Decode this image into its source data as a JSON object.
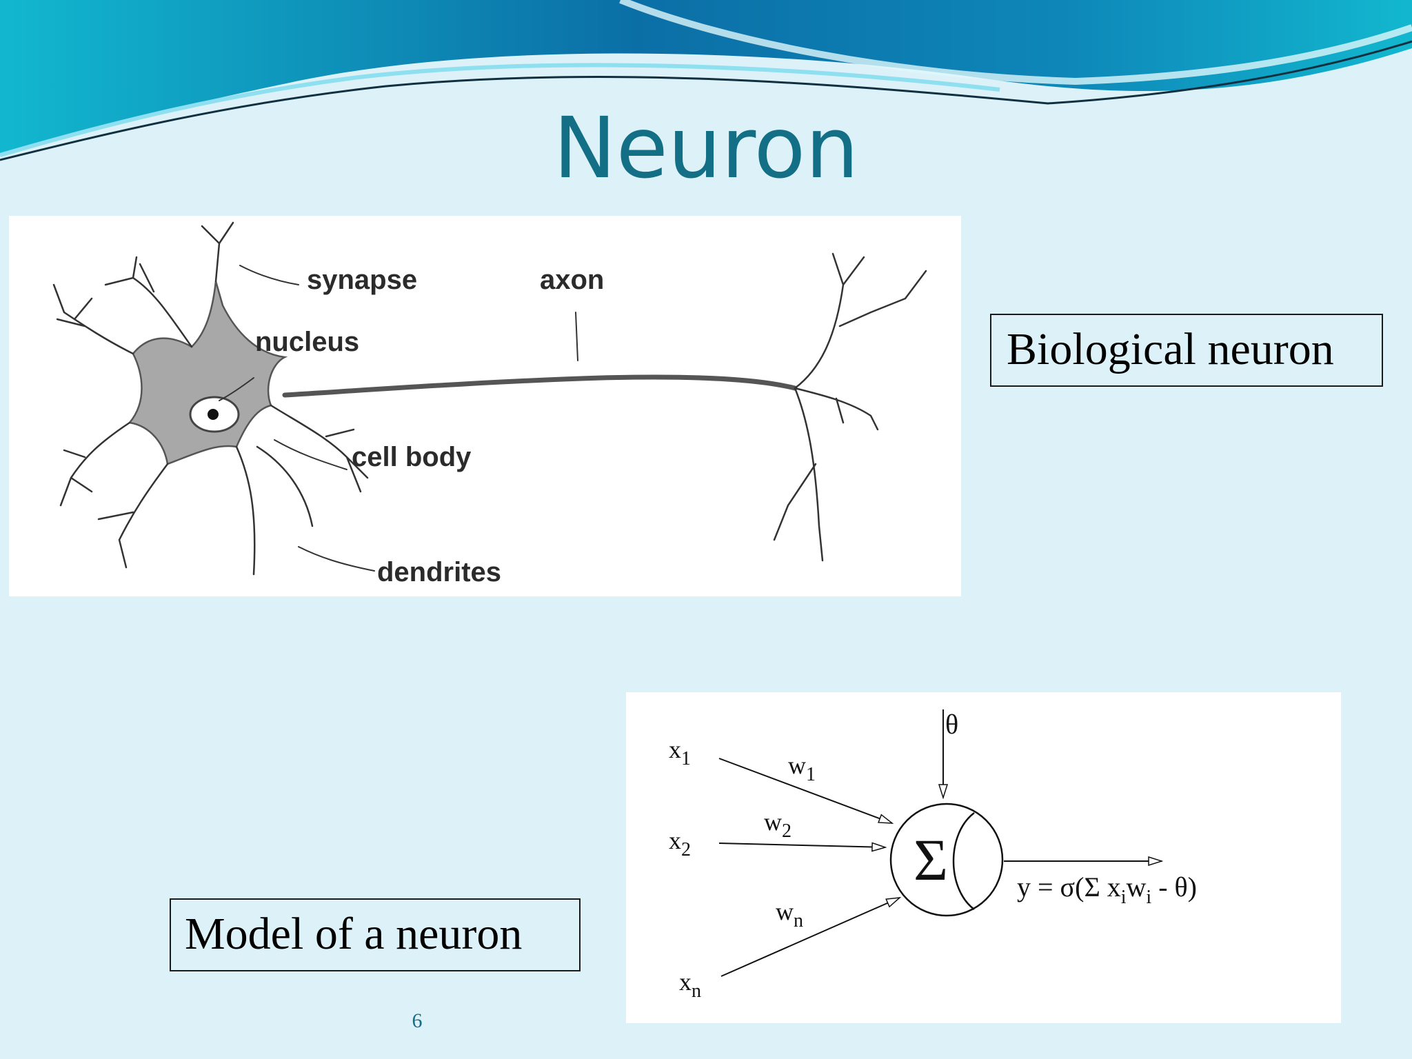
{
  "slide": {
    "title": "Neuron",
    "page_number": "6"
  },
  "biological": {
    "caption": "Biological neuron",
    "labels": {
      "synapse": "synapse",
      "axon": "axon",
      "nucleus": "nucleus",
      "cell_body": "cell body",
      "dendrites": "dendrites"
    }
  },
  "model": {
    "caption": "Model of a neuron",
    "inputs": [
      {
        "x": "x",
        "x_sub": "1",
        "w": "w",
        "w_sub": "1"
      },
      {
        "x": "x",
        "x_sub": "2",
        "w": "w",
        "w_sub": "2"
      },
      {
        "x": "x",
        "x_sub": "n",
        "w": "w",
        "w_sub": "n"
      }
    ],
    "threshold": "θ",
    "sum_symbol": "Σ",
    "output": {
      "y_part": "y = σ(Σ x",
      "i1": "i",
      "w_part": "w",
      "i2": "i",
      "tail": " - θ)"
    }
  },
  "colors": {
    "background": "#dcf2f8",
    "title": "#136f86",
    "banner_dark": "#0b6fa6",
    "banner_light": "#12b7cf"
  }
}
